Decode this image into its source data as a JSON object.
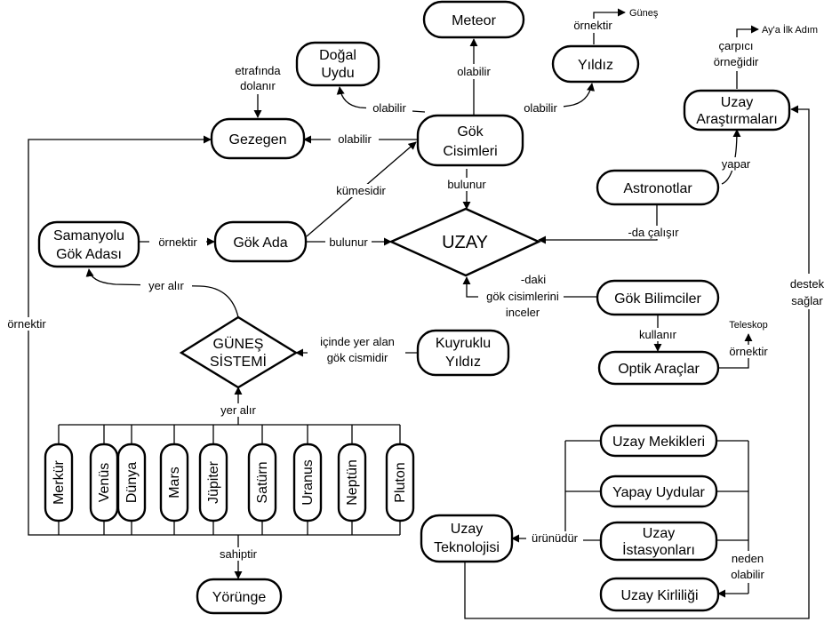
{
  "nodes": {
    "meteor": "Meteor",
    "dogal_uydu": [
      "Doğal",
      "Uydu"
    ],
    "yildiz": "Yıldız",
    "gezegen": "Gezegen",
    "gok_cisimleri": [
      "Gök",
      "Cisimleri"
    ],
    "uzay_arastirmalari": [
      "Uzay",
      "Araştırmaları"
    ],
    "astronotlar": "Astronotlar",
    "samanyolu": [
      "Samanyolu",
      "Gök Adası"
    ],
    "gok_ada": "Gök Ada",
    "uzay": "UZAY",
    "gok_bilimciler": "Gök Bilimciler",
    "gunes_sistemi": [
      "GÜNEŞ",
      "SİSTEMİ"
    ],
    "kuyruklu_yildiz": [
      "Kuyruklu",
      "Yıldız"
    ],
    "optik_araclar": "Optik Araçlar",
    "uzay_mekikleri": "Uzay Mekikleri",
    "yapay_uydular": "Yapay Uydular",
    "uzay_istasyonlari": [
      "Uzay",
      "İstasyonları"
    ],
    "uzay_teknolojisi": [
      "Uzay",
      "Teknolojisi"
    ],
    "uzay_kirliligi": "Uzay Kirliliği",
    "yorunge": "Yörünge"
  },
  "planets": [
    "Merkür",
    "Venüs",
    "Dünya",
    "Mars",
    "Jüpiter",
    "Satürn",
    "Uranus",
    "Neptün",
    "Pluton"
  ],
  "labels": {
    "ornektir_gunes": "örnektir",
    "gunes": "Güneş",
    "ay_ilk_adim": "Ay'a İlk Adım",
    "carpici": [
      "çarpıcı",
      "örneğidir"
    ],
    "etrafinda": [
      "etrafında",
      "dolanır"
    ],
    "olabilir_meteor": "olabilir",
    "olabilir_dogal": "olabilir",
    "olabilir_yildiz": "olabilir",
    "olabilir_gezegen": "olabilir",
    "kumesidir": "kümesidir",
    "bulunur_gok": "bulunur",
    "bulunur_ada": "bulunur",
    "ornektir_samanyolu": "örnektir",
    "yapar": "yapar",
    "da_calisir": "-da çalışır",
    "daki": [
      "-daki",
      "gök cisimlerini",
      "inceler"
    ],
    "yer_alir_top": "yer alır",
    "icinde": [
      "içinde yer alan",
      "gök cismidir"
    ],
    "kullanir": "kullanır",
    "teleskop": "Teleskop",
    "ornektir_optik": "örnektir",
    "destek": [
      "destek",
      "sağlar"
    ],
    "ornektir_left": "örnektir",
    "yer_alir_bottom": "yer alır",
    "sahiptir": "sahiptir",
    "urunudur": "ürünüdür",
    "neden": [
      "neden",
      "olabilir"
    ]
  }
}
